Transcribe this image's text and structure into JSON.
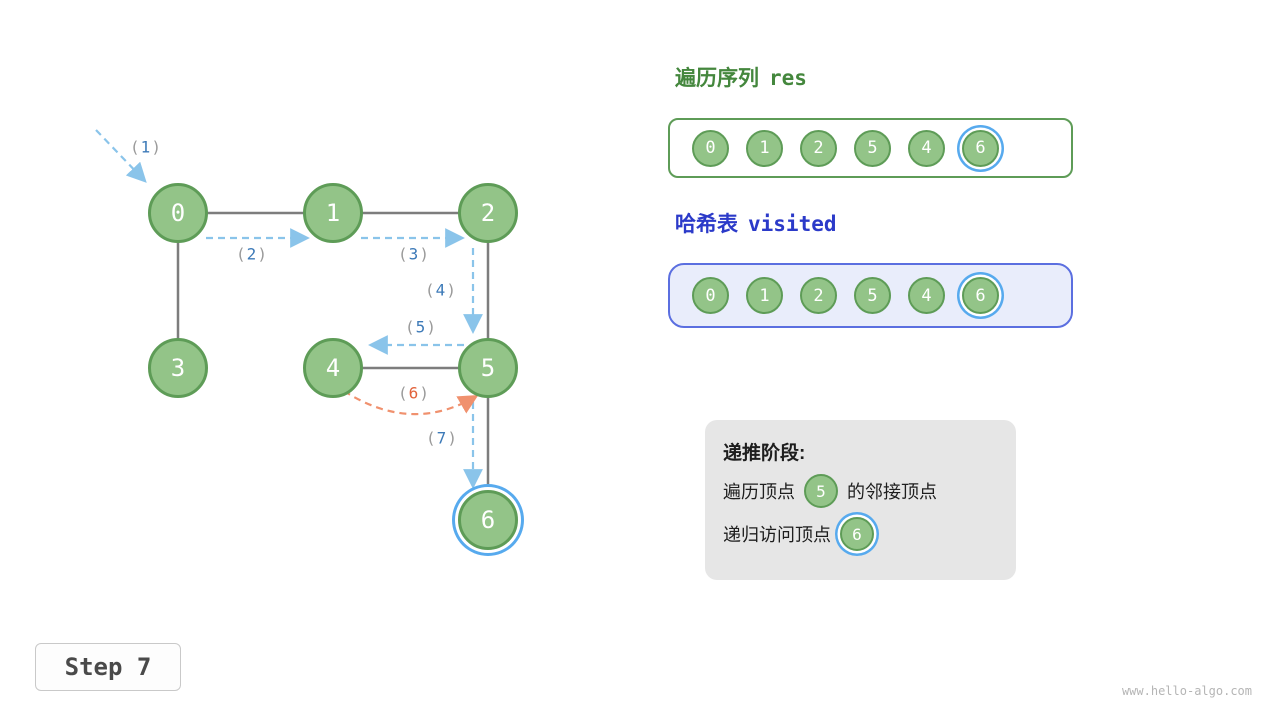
{
  "page": {
    "step_badge": "Step 7",
    "watermark": "www.hello-algo.com"
  },
  "graph": {
    "node_labels": [
      "0",
      "1",
      "2",
      "3",
      "4",
      "5",
      "6"
    ],
    "highlighted_node": "6",
    "paren_open": "(",
    "paren_close": ")",
    "marks": [
      {
        "num": "1"
      },
      {
        "num": "2"
      },
      {
        "num": "3"
      },
      {
        "num": "4"
      },
      {
        "num": "5"
      },
      {
        "num": "6"
      },
      {
        "num": "7"
      }
    ]
  },
  "panels": {
    "res": {
      "title_cn": "遍历序列",
      "title_code": "res",
      "items": [
        "0",
        "1",
        "2",
        "5",
        "4",
        "6"
      ]
    },
    "visited": {
      "title_cn": "哈希表",
      "title_code": "visited",
      "items": [
        "0",
        "1",
        "2",
        "5",
        "4",
        "6"
      ]
    }
  },
  "info": {
    "title": "递推阶段:",
    "line1_prefix": "遍历顶点",
    "line1_node": "5",
    "line1_suffix": "的邻接顶点",
    "line2_prefix": "递归访问顶点",
    "line2_node": "6"
  },
  "colors": {
    "node_fill": "#93c488",
    "node_border": "#5e9c57",
    "ring_blue": "#57aaee",
    "arrow_blue": "#8ac4ea",
    "arrow_orange": "#f0916e",
    "mark_blue": "#3d7ab8",
    "mark_orange": "#e2633c",
    "title_green": "#44873d",
    "title_blue": "#2b3ac9",
    "edge_gray": "#7d7d7d"
  }
}
